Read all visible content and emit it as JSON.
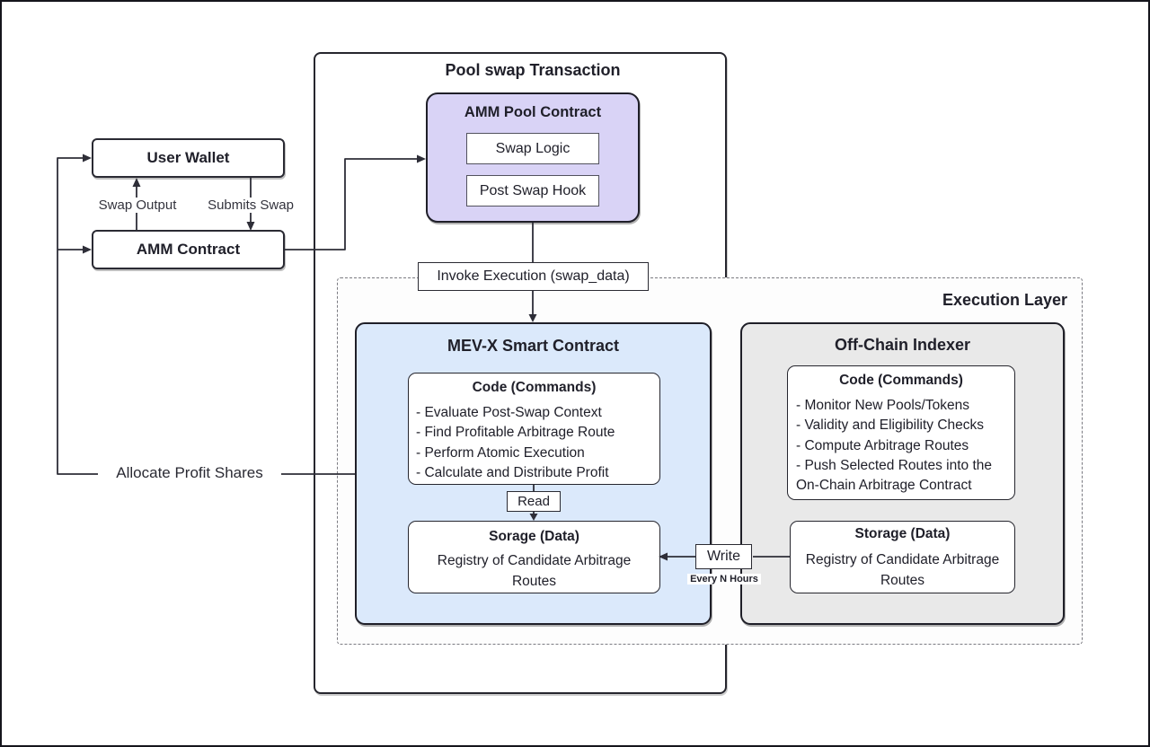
{
  "left_flow": {
    "user_wallet_label": "User Wallet",
    "amm_contract_label": "AMM Contract",
    "swap_output_label": "Swap Output",
    "submits_swap_label": "Submits Swap",
    "allocate_profit_label": "Allocate Profit Shares"
  },
  "pool_swap": {
    "title": "Pool swap Transaction",
    "amm_pool_contract": {
      "title": "AMM Pool Contract",
      "swap_logic_label": "Swap Logic",
      "post_swap_hook_label": "Post Swap Hook"
    },
    "invoke_label": "Invoke Execution (swap_data)"
  },
  "execution_layer": {
    "title": "Execution Layer",
    "mev_contract": {
      "title": "MEV-X Smart Contract",
      "code_title": "Code (Commands)",
      "code_items": [
        "- Evaluate Post-Swap Context",
        "- Find Profitable Arbitrage Route",
        "- Perform Atomic Execution",
        "- Calculate and Distribute Profit"
      ],
      "read_label": "Read",
      "storage_title": "Sorage (Data)",
      "storage_text": "Registry of Candidate Arbitrage Routes"
    },
    "off_chain_indexer": {
      "title": "Off-Chain Indexer",
      "code_title": "Code (Commands)",
      "code_items": [
        "- Monitor New Pools/Tokens",
        "- Validity and Eligibility Checks",
        "- Compute Arbitrage Routes",
        "- Push Selected Routes into the On-Chain Arbitrage Contract"
      ],
      "storage_title": "Storage (Data)",
      "storage_text": "Registry of Candidate Arbitrage Routes"
    },
    "write_label": "Write",
    "write_note": "Every N Hours"
  },
  "colors": {
    "amm_pool_fill": "#d9d3f6",
    "mev_fill": "#dbe9fb",
    "indexer_fill": "#e9e9e9",
    "connector": "#2e2e38"
  }
}
